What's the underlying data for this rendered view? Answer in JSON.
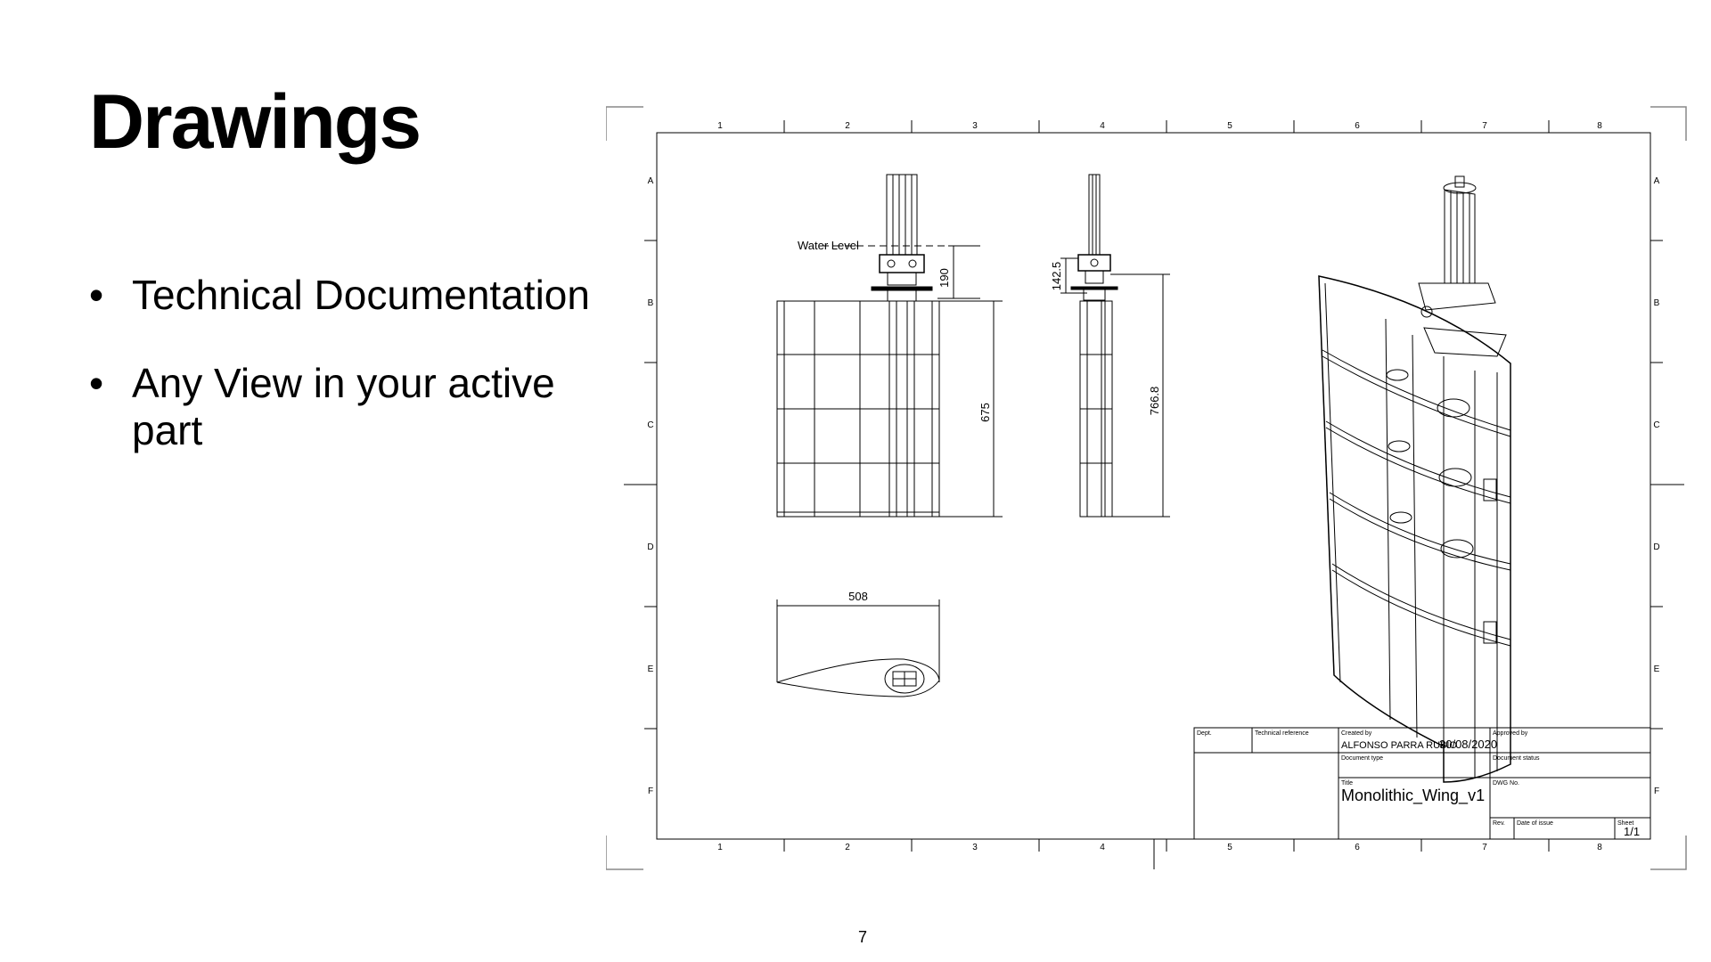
{
  "slide": {
    "title": "Drawings",
    "bullets": [
      "Technical Documentation",
      "Any View in your active part"
    ],
    "page_number": "7"
  },
  "drawing_sheet": {
    "column_labels": [
      "1",
      "2",
      "3",
      "4",
      "5",
      "6",
      "7",
      "8"
    ],
    "row_labels": [
      "A",
      "B",
      "C",
      "D",
      "E",
      "F"
    ],
    "annotations": {
      "water_level": "Water Level",
      "dim_190": "190",
      "dim_675": "675",
      "dim_142_5": "142.5",
      "dim_766_8": "766.8",
      "dim_508": "508"
    },
    "title_block": {
      "dept_label": "Dept.",
      "technical_reference_label": "Technical reference",
      "created_by_label": "Created by",
      "created_by_value": "ALFONSO PARRA RUBIO",
      "created_date": "30/08/2020",
      "approved_by_label": "Approved by",
      "document_type_label": "Document type",
      "document_status_label": "Document status",
      "title_label": "Title",
      "title_value": "Monolithic_Wing_v1",
      "dwg_no_label": "DWG No.",
      "rev_label": "Rev.",
      "date_of_issue_label": "Date of issue",
      "sheet_label": "Sheet",
      "sheet_value": "1/1"
    }
  }
}
